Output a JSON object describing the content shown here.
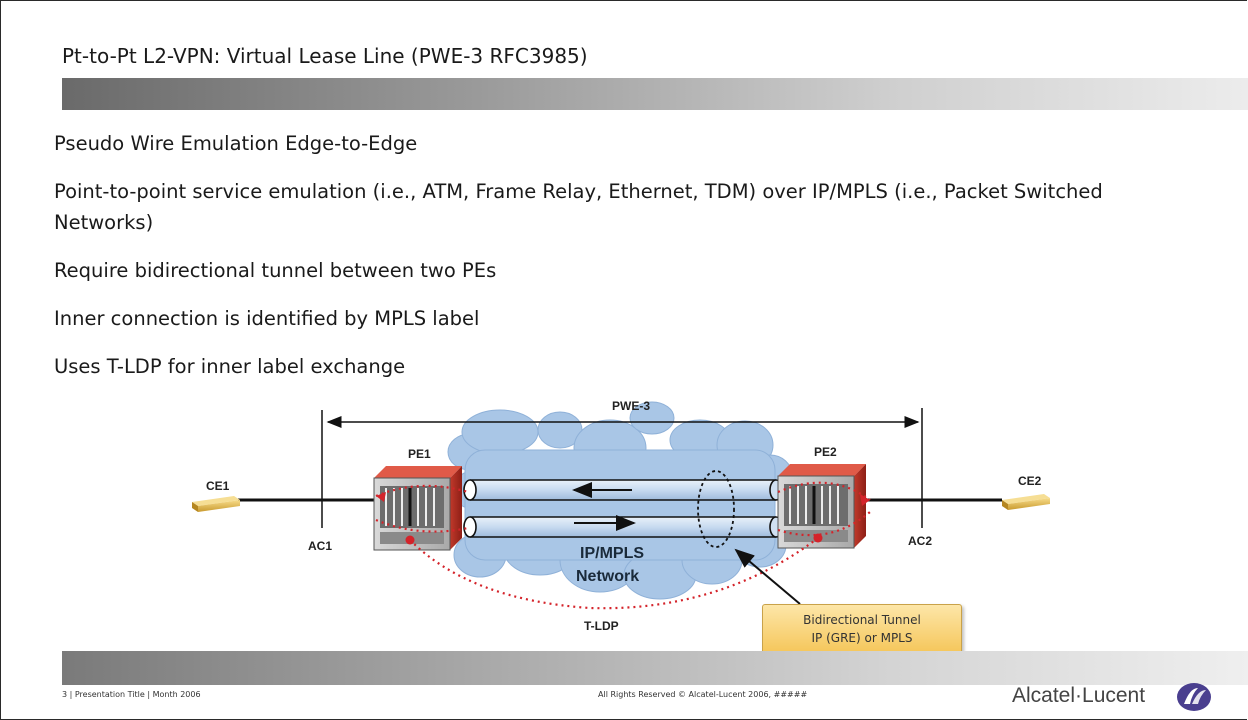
{
  "slide": {
    "title": "Pt-to-Pt L2-VPN: Virtual Lease Line  (PWE-3 RFC3985)",
    "bullets": [
      "Pseudo Wire Emulation Edge-to-Edge",
      "Point-to-point service emulation (i.e., ATM, Frame Relay, Ethernet, TDM) over IP/MPLS (i.e., Packet Switched Networks)",
      "Require bidirectional tunnel between two PEs",
      "Inner connection is identified by MPLS label",
      "Uses T-LDP for inner label exchange"
    ]
  },
  "diagram": {
    "pwe_label": "PWE-3",
    "pe1_label": "PE1",
    "pe2_label": "PE2",
    "ce1_label": "CE1",
    "ce2_label": "CE2",
    "ac1_label": "AC1",
    "ac2_label": "AC2",
    "network_label_line1": "IP/MPLS",
    "network_label_line2": "Network",
    "tldp_label": "T-LDP",
    "tunnel_line1": "Bidirectional Tunnel",
    "tunnel_line2": "IP (GRE) or MPLS",
    "colors": {
      "cloud": "#a9c6e6",
      "router": "#c0392b",
      "ce_device": "#e8c35a",
      "signaling": "#d4232a",
      "tunnel_box": "#f5c65a"
    }
  },
  "footer": {
    "left": "3 | Presentation Title | Month 2006",
    "center": "All Rights Reserved © Alcatel-Lucent 2006, #####",
    "brand": "Alcatel·Lucent"
  }
}
